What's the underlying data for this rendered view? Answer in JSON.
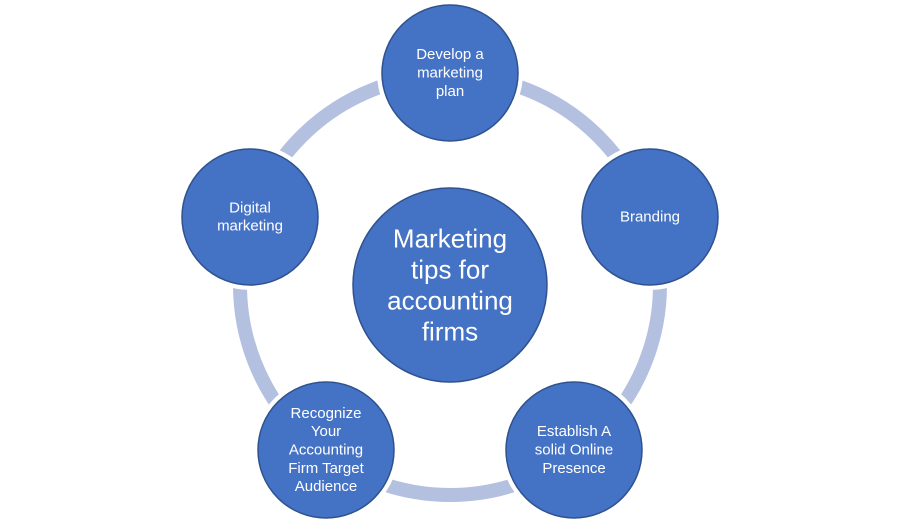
{
  "diagram": {
    "type": "cycle",
    "colors": {
      "node_fill": "#4472C4",
      "node_stroke": "#2F528F",
      "ring": "#B4C0E0",
      "text": "#FFFFFF",
      "background": "#FFFFFF"
    },
    "center": {
      "lines": [
        "Marketing",
        "tips for",
        "accounting",
        "firms"
      ]
    },
    "nodes": [
      {
        "id": "develop-plan",
        "lines": [
          "Develop a",
          "marketing",
          "plan"
        ]
      },
      {
        "id": "branding",
        "lines": [
          "Branding"
        ]
      },
      {
        "id": "online-presence",
        "lines": [
          "Establish A",
          "solid Online",
          "Presence"
        ]
      },
      {
        "id": "target-audience",
        "lines": [
          "Recognize",
          "Your",
          "Accounting",
          "Firm Target",
          "Audience"
        ]
      },
      {
        "id": "digital-marketing",
        "lines": [
          "Digital",
          "marketing"
        ]
      }
    ]
  }
}
